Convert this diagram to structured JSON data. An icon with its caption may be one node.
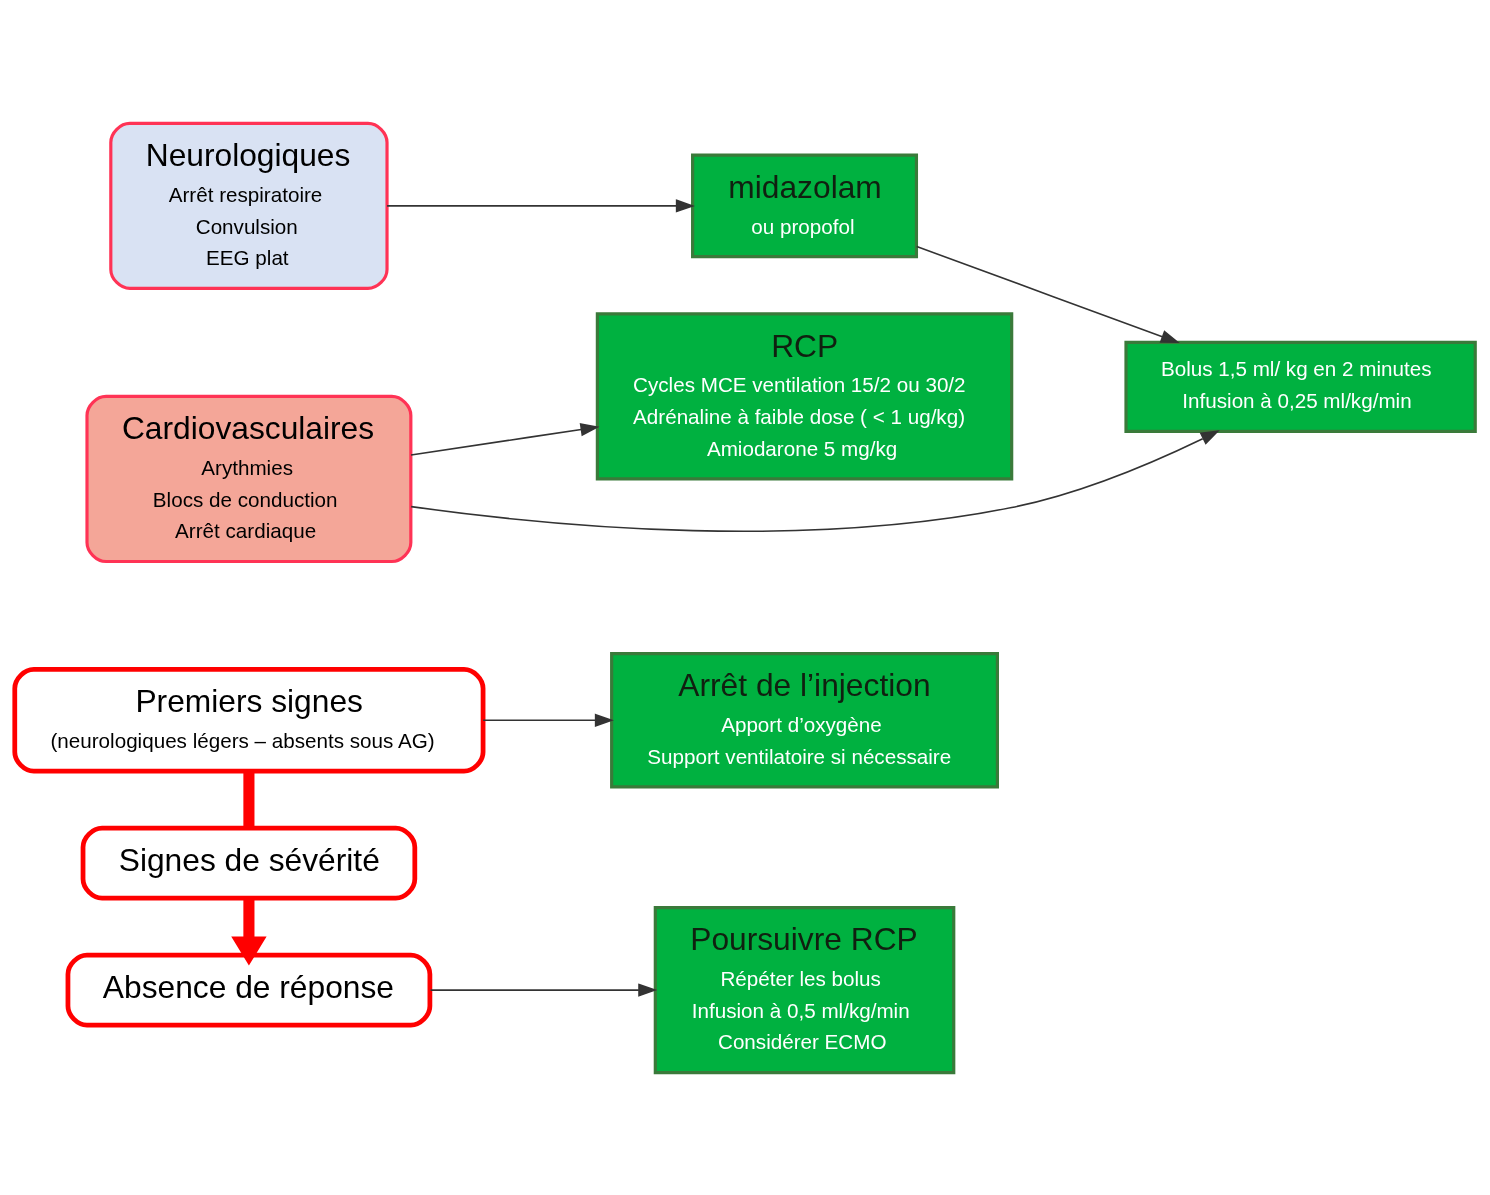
{
  "diagram": {
    "nodes": [
      {
        "text": [
          "Premiers signes",
          "(neurologiques légers – absents sous AG)"
        ]
      },
      {
        "text": [
          "Arrêt de l’injection",
          "Apport d’oxygène",
          "Support ventilatoire si nécessaire"
        ]
      },
      {
        "text": [
          "Signes de sévérité"
        ]
      },
      {
        "text": [
          "Neurologiques",
          "Arrêt respiratoire",
          "Convulsion",
          "EEG plat"
        ]
      },
      {
        "text": [
          "midazolam",
          "ou propofol"
        ]
      },
      {
        "text": [
          "RCP",
          "Cycles MCE ventilation 15/2 ou 30/2",
          "Adrénaline à faible dose ( < 1 ug/kg)",
          "Amiodarone 5 mg/kg"
        ]
      },
      {
        "text": [
          "Cardiovasculaires",
          "Arythmies",
          "Blocs de conduction",
          "Arrêt cardiaque"
        ]
      },
      {
        "text": [
          "Bolus 1,5 ml/ kg en 2 minutes",
          "Infusion à 0,25 ml/kg/min"
        ]
      },
      {
        "text": [
          "Absence de réponse"
        ]
      },
      {
        "text": [
          "Poursuivre RCP",
          "Répéter les bolus",
          "Infusion à 0,5 ml/kg/min",
          "Considérer ECMO"
        ]
      }
    ],
    "edges": [
      {
        "from": 0,
        "to": 1,
        "arrow": "to"
      },
      {
        "from": 0,
        "to": 2,
        "arrow": "none",
        "style": "thick",
        "color": "#ff0000"
      },
      {
        "from": 2,
        "to": 8,
        "arrow": "to",
        "style": "thick",
        "color": "#ff0000"
      },
      {
        "from": 3,
        "to": 4,
        "arrow": "to"
      },
      {
        "from": 4,
        "to": 7,
        "arrow": "to"
      },
      {
        "from": 6,
        "to": 5,
        "arrow": "to"
      },
      {
        "from": 6,
        "to": 7,
        "arrow": "to"
      },
      {
        "from": 8,
        "to": 9,
        "arrow": "to"
      }
    ]
  }
}
